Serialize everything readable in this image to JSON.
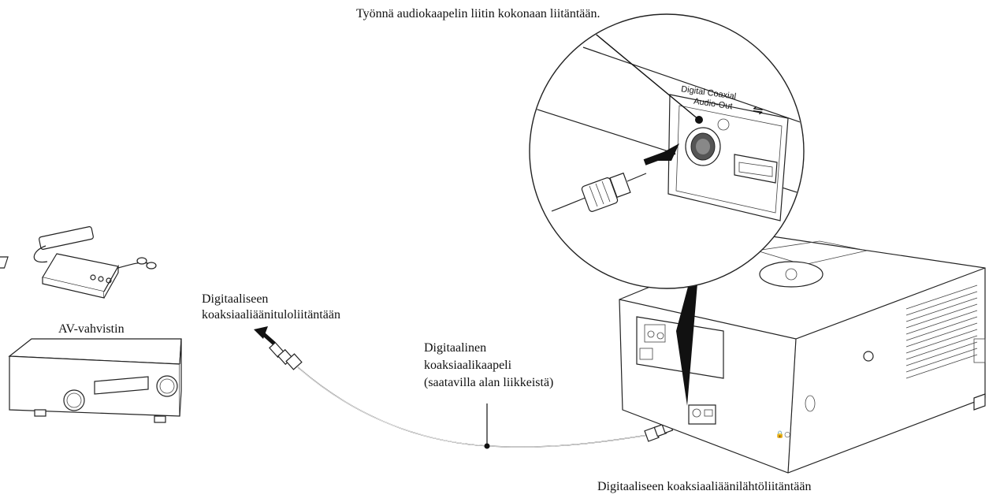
{
  "labels": {
    "top_instruction": "Työnnä audiokaapelin liitin kokonaan liitäntään.",
    "amp_input_line1": "Digitaaliseen",
    "amp_input_line2": "koaksiaaliäänituloliitäntään",
    "amp_name": "AV-vahvistin",
    "cable_line1": "Digitaalinen",
    "cable_line2": "koaksiaalikaapeli",
    "cable_line3": "(saatavilla alan liikkeistä)",
    "output_jack": "Digitaaliseen koaksiaaliäänilähtöliitäntään"
  },
  "panel": {
    "port_label_line1": "Digital Coaxial",
    "port_label_line2": "Audio-Out",
    "usb_symbol": "usb-icon"
  },
  "colors": {
    "line": "#222222",
    "background": "#ffffff"
  }
}
